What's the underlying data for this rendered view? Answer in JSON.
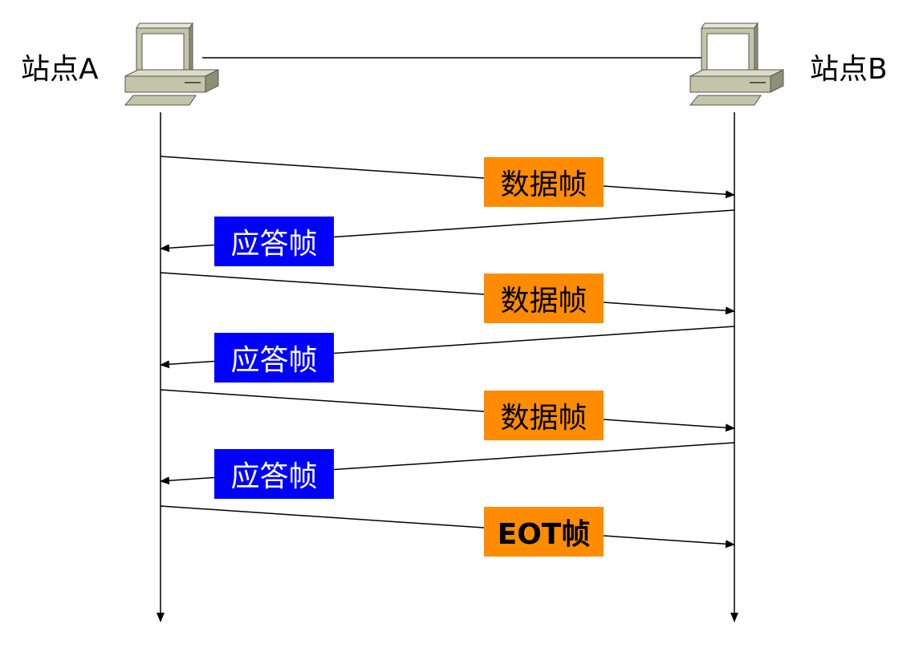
{
  "stations": {
    "a": {
      "label": "站点A"
    },
    "b": {
      "label": "站点B"
    }
  },
  "frames": [
    {
      "label": "数据帧",
      "direction": "A-to-B",
      "color": "#FF8C00",
      "text_color": "#000000"
    },
    {
      "label": "应答帧",
      "direction": "B-to-A",
      "color": "#0000FF",
      "text_color": "#FFFFFF"
    },
    {
      "label": "数据帧",
      "direction": "A-to-B",
      "color": "#FF8C00",
      "text_color": "#000000"
    },
    {
      "label": "应答帧",
      "direction": "B-to-A",
      "color": "#0000FF",
      "text_color": "#FFFFFF"
    },
    {
      "label": "数据帧",
      "direction": "A-to-B",
      "color": "#FF8C00",
      "text_color": "#000000"
    },
    {
      "label": "应答帧",
      "direction": "B-to-A",
      "color": "#0000FF",
      "text_color": "#FFFFFF"
    },
    {
      "label": "EOT帧",
      "direction": "A-to-B",
      "color": "#FF8C00",
      "text_color": "#000000"
    }
  ],
  "icons": {
    "station_a": "computer-icon",
    "station_b": "computer-icon"
  }
}
